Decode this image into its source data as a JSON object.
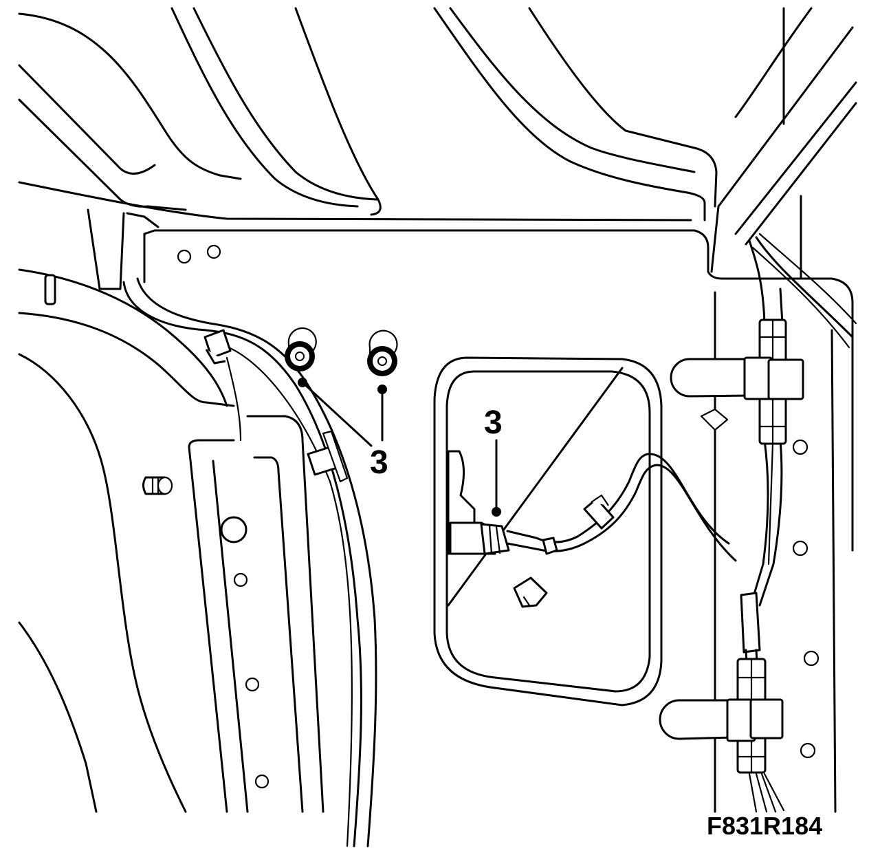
{
  "callouts": [
    {
      "label": "3"
    },
    {
      "label": "3"
    }
  ],
  "figure_id": "F831R184",
  "colors": {
    "ink": "#000000",
    "paper": "#ffffff"
  }
}
